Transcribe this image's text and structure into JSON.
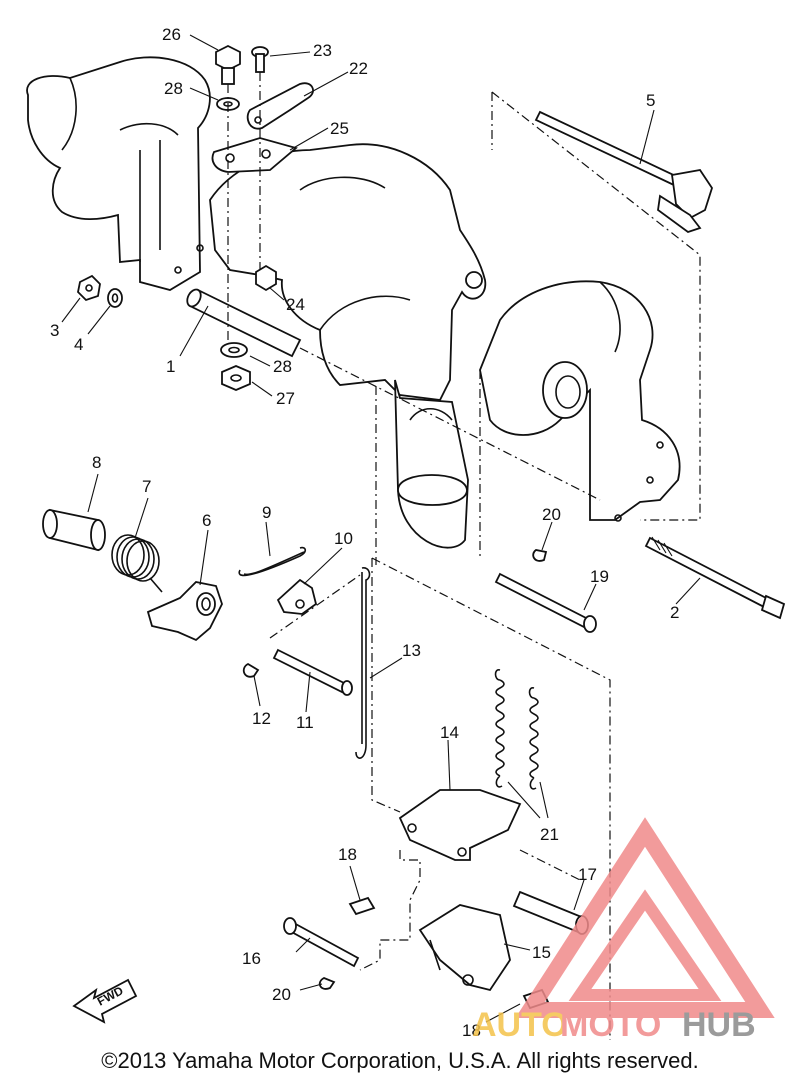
{
  "diagram": {
    "parts": [
      {
        "num": "1"
      },
      {
        "num": "2"
      },
      {
        "num": "3"
      },
      {
        "num": "4"
      },
      {
        "num": "5"
      },
      {
        "num": "6"
      },
      {
        "num": "7"
      },
      {
        "num": "8"
      },
      {
        "num": "9"
      },
      {
        "num": "10"
      },
      {
        "num": "11"
      },
      {
        "num": "12"
      },
      {
        "num": "13"
      },
      {
        "num": "14"
      },
      {
        "num": "15"
      },
      {
        "num": "16"
      },
      {
        "num": "17"
      },
      {
        "num": "18"
      },
      {
        "num": "19"
      },
      {
        "num": "20"
      },
      {
        "num": "21"
      },
      {
        "num": "22"
      },
      {
        "num": "23"
      },
      {
        "num": "24"
      },
      {
        "num": "25"
      },
      {
        "num": "26"
      },
      {
        "num": "27"
      },
      {
        "num": "28"
      }
    ],
    "fwd_label": "FWD"
  },
  "watermark": {
    "brand_auto": "AUTO",
    "brand_moto": "MOTO",
    "brand_hub": "HUB",
    "accent_color": "#f08a8a",
    "auto_color": "#f4c24a",
    "hub_color": "#8a8a8a"
  },
  "footer": {
    "copyright": "©2013 Yamaha Motor Corporation, U.S.A. All rights reserved."
  }
}
